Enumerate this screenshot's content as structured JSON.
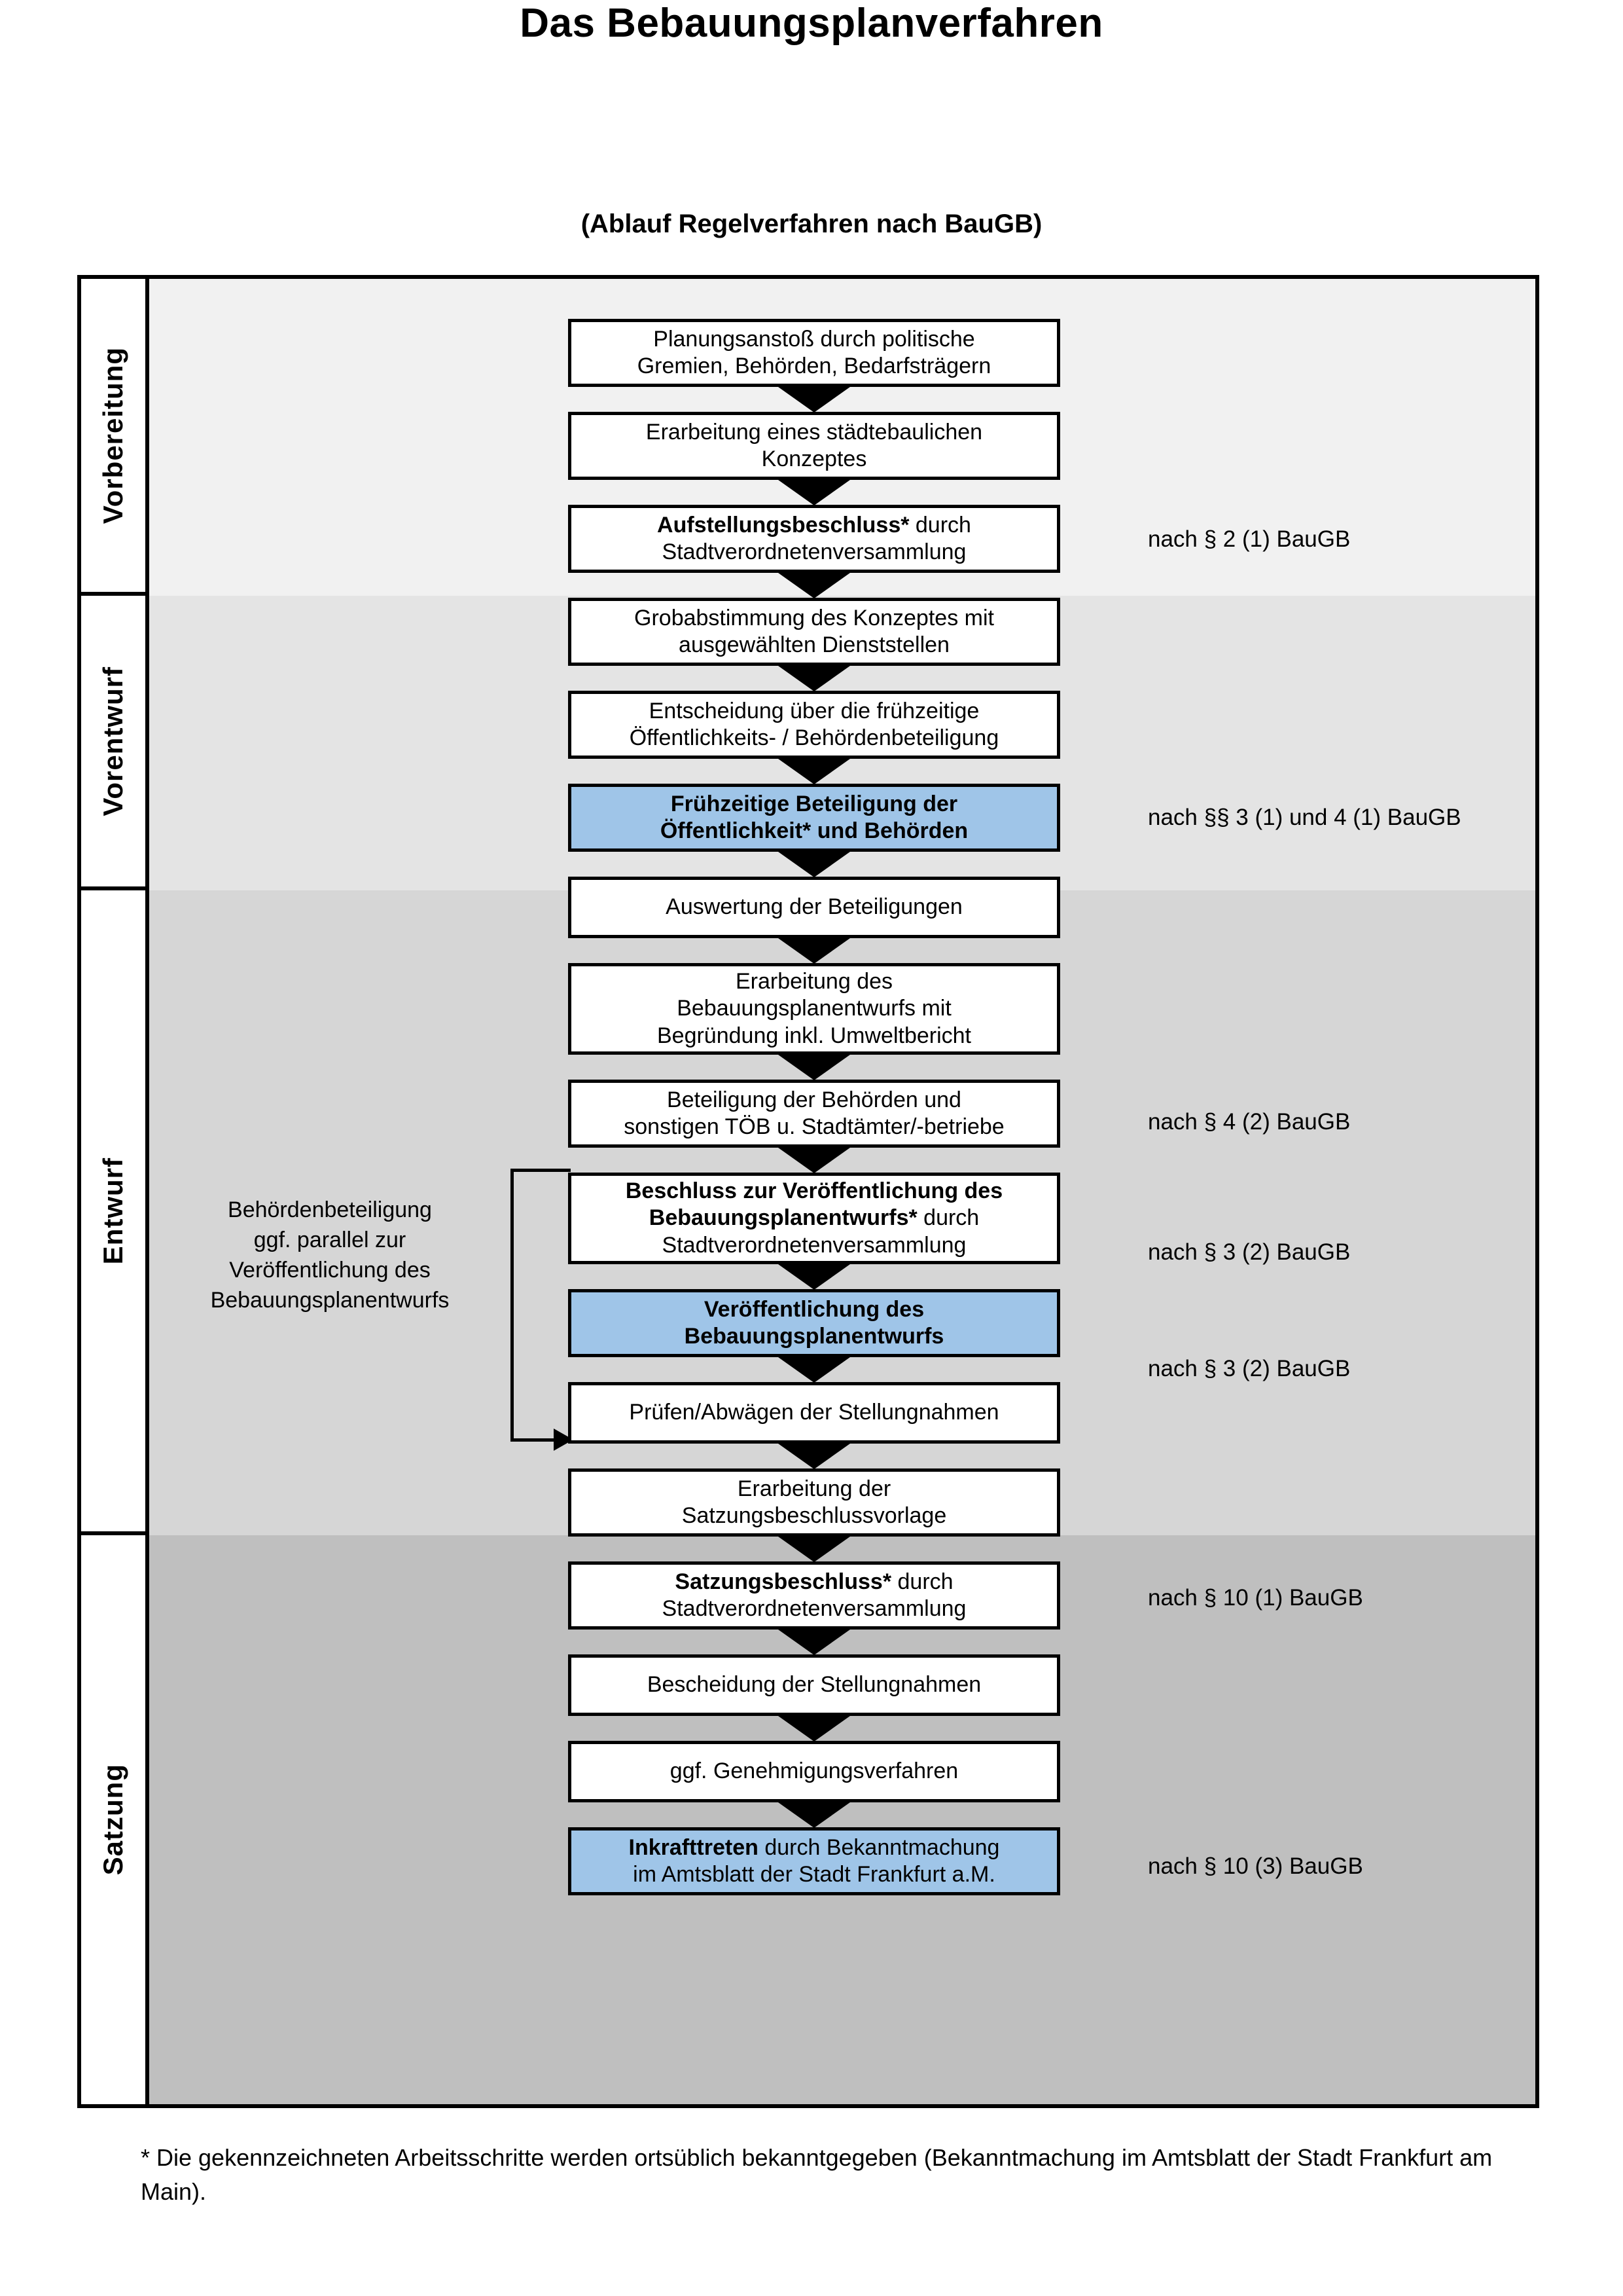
{
  "title": "Das Bebauungsplanverfahren",
  "subtitle": "(Ablauf Regelverfahren nach BauGB)",
  "colors": {
    "highlight_blue": "#9FC5E8",
    "band_vorbereitung": "#F1F1F1",
    "band_vorentwurf": "#E4E4E4",
    "band_entwurf": "#D6D6D6",
    "band_satzung": "#BFBFBF",
    "border": "#000000"
  },
  "phases": [
    {
      "label": "Vorbereitung"
    },
    {
      "label": "Vorentwurf"
    },
    {
      "label": "Entwurf"
    },
    {
      "label": "Satzung"
    }
  ],
  "steps": [
    {
      "id": "planungsanstoss",
      "line1": "Planungsanstoß durch politische",
      "line2": "Gremien, Behörden, Bedarfsträgern",
      "bold_prefix": "",
      "highlight": false
    },
    {
      "id": "konzept",
      "line1": "Erarbeitung eines städtebaulichen",
      "line2": "Konzeptes",
      "bold_prefix": "",
      "highlight": false
    },
    {
      "id": "aufstellungsbeschluss",
      "bold_prefix": "Aufstellungsbeschluss*",
      "line1_rest": " durch",
      "line2": "Stadtverordnetenversammlung",
      "highlight": false
    },
    {
      "id": "grobabstimmung",
      "line1": "Grobabstimmung des Konzeptes mit",
      "line2": "ausgewählten Dienststellen",
      "bold_prefix": "",
      "highlight": false
    },
    {
      "id": "entscheidung-fruehzeitig",
      "line1": "Entscheidung über die frühzeitige",
      "line2": "Öffentlichkeits- / Behördenbeteiligung",
      "bold_prefix": "",
      "highlight": false
    },
    {
      "id": "fruehzeitige-beteiligung",
      "line1": "Frühzeitige Beteiligung der",
      "line2": "Öffentlichkeit* und Behörden",
      "bold_prefix": "",
      "all_bold": true,
      "highlight": true
    },
    {
      "id": "auswertung",
      "line1": "Auswertung der Beteiligungen",
      "line2": "",
      "bold_prefix": "",
      "highlight": false
    },
    {
      "id": "erarbeitung-entwurf",
      "line1": "Erarbeitung des",
      "line2": "Bebauungsplanentwurfs mit",
      "line3": "Begründung inkl. Umweltbericht",
      "bold_prefix": "",
      "highlight": false
    },
    {
      "id": "beteiligung-behoerden",
      "line1": "Beteiligung der Behörden und",
      "line2": "sonstigen TÖB u. Stadtämter/-betriebe",
      "bold_prefix": "",
      "highlight": false
    },
    {
      "id": "beschluss-veroeffentlichung",
      "bold_prefix": "Beschluss zur Veröffentlichung des",
      "bold_line2": "Bebauungsplanentwurfs*",
      "line2_rest": " durch",
      "line3": "Stadtverordnetenversammlung",
      "highlight": false
    },
    {
      "id": "veroeffentlichung",
      "line1": "Veröffentlichung des",
      "line2": "Bebauungsplanentwurfs",
      "all_bold": true,
      "highlight": true
    },
    {
      "id": "pruefen-abwaegen",
      "line1": "Prüfen/Abwägen der Stellungnahmen",
      "line2": "",
      "bold_prefix": "",
      "highlight": false
    },
    {
      "id": "satzungsbeschlussvorlage",
      "line1": "Erarbeitung der",
      "line2": "Satzungsbeschlussvorlage",
      "bold_prefix": "",
      "highlight": false
    },
    {
      "id": "satzungsbeschluss",
      "bold_prefix": "Satzungsbeschluss*",
      "line1_rest": " durch",
      "line2": "Stadtverordnetenversammlung",
      "highlight": false
    },
    {
      "id": "bescheidung",
      "line1": "Bescheidung der Stellungnahmen",
      "line2": "",
      "bold_prefix": "",
      "highlight": false
    },
    {
      "id": "genehmigungsverfahren",
      "line1": "ggf. Genehmigungsverfahren",
      "line2": "",
      "bold_prefix": "",
      "highlight": false
    },
    {
      "id": "inkrafttreten",
      "bold_prefix": "Inkrafttreten",
      "line1_rest": " durch Bekanntmachung",
      "line2": "im Amtsblatt der Stadt Frankfurt a.M.",
      "highlight": true
    }
  ],
  "legal_refs": [
    {
      "id": "ref-par2-1",
      "text": "nach § 2 (1) BauGB"
    },
    {
      "id": "ref-par3-1-4-1",
      "text": "nach §§ 3 (1) und 4 (1) BauGB"
    },
    {
      "id": "ref-par4-2",
      "text": "nach § 4 (2) BauGB"
    },
    {
      "id": "ref-par3-2a",
      "text": "nach § 3 (2) BauGB"
    },
    {
      "id": "ref-par3-2b",
      "text": "nach § 3 (2) BauGB"
    },
    {
      "id": "ref-par10-1",
      "text": "nach § 10 (1) BauGB"
    },
    {
      "id": "ref-par10-3",
      "text": "nach § 10 (3) BauGB"
    }
  ],
  "sidenote": {
    "line1": "Behördenbeteiligung",
    "line2": "ggf. parallel zur",
    "line3": "Veröffentlichung des",
    "line4": "Bebauungsplanentwurfs"
  },
  "footnote": "* Die gekennzeichneten Arbeitsschritte werden ortsüblich bekanntgegeben (Bekanntmachung im Amtsblatt  der Stadt Frankfurt am Main)."
}
